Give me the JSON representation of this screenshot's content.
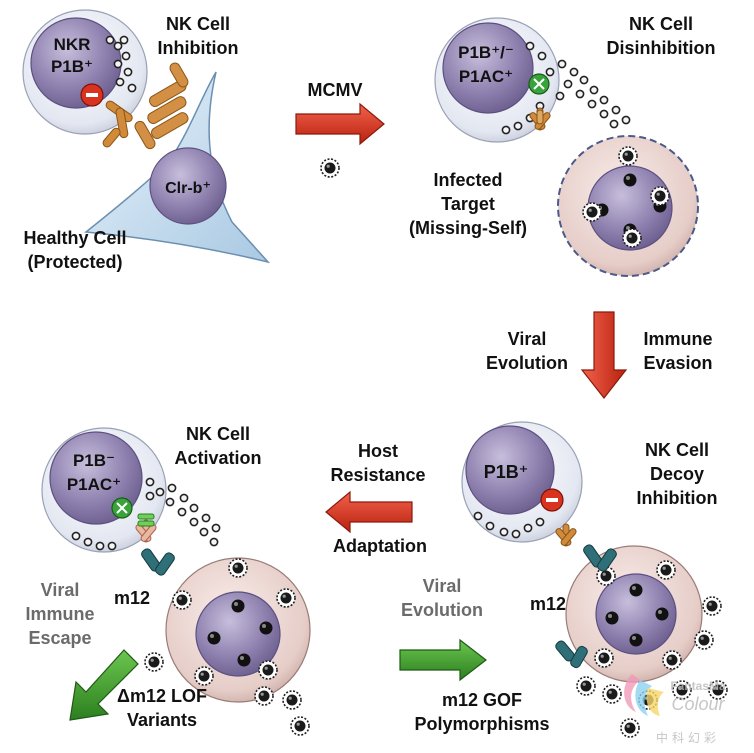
{
  "panel_top_left": {
    "nk_receptor_line1": "NKR",
    "nk_receptor_line2": "P1B⁺",
    "title_line1": "NK Cell",
    "title_line2": "Inhibition",
    "target_label": "Clr-b⁺",
    "caption_line1": "Healthy Cell",
    "caption_line2": "(Protected)"
  },
  "arrow_top": {
    "label": "MCMV",
    "color": "#d62e1f"
  },
  "panel_top_right": {
    "nk_line1": "P1B⁺/⁻",
    "nk_line2": "P1AC⁺",
    "title_line1": "NK Cell",
    "title_line2": "Disinhibition",
    "caption_line1": "Infected",
    "caption_line2": "Target",
    "caption_line3": "(Missing-Self)"
  },
  "arrow_right": {
    "left_line1": "Viral",
    "left_line2": "Evolution",
    "right_line1": "Immune",
    "right_line2": "Evasion",
    "color": "#d62e1f"
  },
  "panel_bottom_right": {
    "nk_line1": "P1B⁺",
    "title_line1": "NK Cell",
    "title_line2": "Decoy",
    "title_line3": "Inhibition",
    "protein_label": "m12"
  },
  "arrow_middle": {
    "top_line1": "Host",
    "top_line2": "Resistance",
    "bottom_line1": "Adaptation",
    "color": "#d62e1f"
  },
  "panel_bottom_left": {
    "nk_line1": "P1B⁻",
    "nk_line2": "P1AC⁺",
    "title_line1": "NK Cell",
    "title_line2": "Activation",
    "protein_label": "m12",
    "escape_line1": "Viral",
    "escape_line2": "Immune",
    "escape_line3": "Escape",
    "variants_line1": "Δm12 LOF",
    "variants_line2": "Variants"
  },
  "arrow_bottom": {
    "top_line1": "Viral",
    "top_line2": "Evolution",
    "bottom_line1": "m12 GOF",
    "bottom_line2": "Polymorphisms",
    "color": "#3a9a2a"
  },
  "watermark": {
    "line1": "FantasMa",
    "line2": "Colour",
    "line3": "中科幻彩"
  },
  "colors": {
    "nk_fill": "#8f82b0",
    "nk_membrane": "#dde3ef",
    "target_fill": "#ab9dc3",
    "infected_fill": "#e8d3cf",
    "receptor_orange": "#d08a3a",
    "inhibitory_red": "#d9321f",
    "activating_green": "#3aa23a",
    "m12_teal": "#2f6f78"
  }
}
